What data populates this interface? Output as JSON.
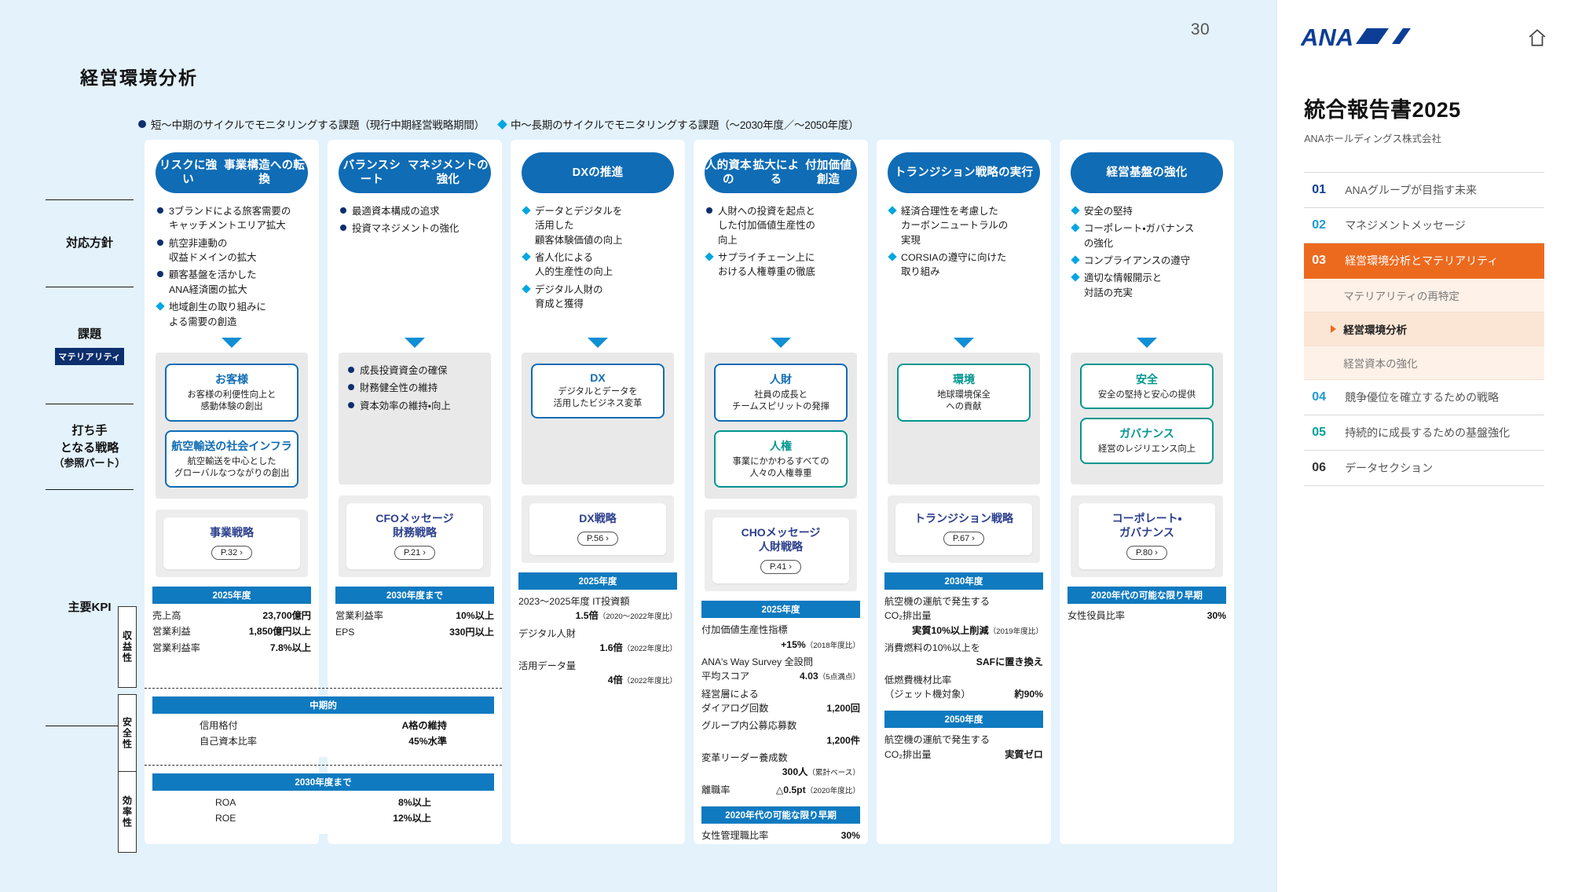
{
  "page": {
    "number": "30",
    "title": "経営環境分析",
    "legend": [
      {
        "marker": "navy-circle",
        "text": "短～中期のサイクルでモニタリングする課題（現行中期経営戦略期間）"
      },
      {
        "marker": "cyan-diamond",
        "text": "中～長期のサイクルでモニタリングする課題（～2030年度／～2050年度）"
      }
    ],
    "row_labels": {
      "policy": "対応方針",
      "issues": "課題",
      "materiality_badge": "マテリアリティ",
      "strategy": "打ち手\nとなる戦略\n（参照パート）",
      "strategy_l1": "打ち手",
      "strategy_l2": "となる戦略",
      "strategy_l3": "（参照パート）",
      "kpi": "主要KPI"
    },
    "kpi_side_categories": [
      "収益性",
      "安全性",
      "効率性"
    ]
  },
  "columns": [
    {
      "id": "risk",
      "header": "リスクに強い\n事業構造への転換",
      "header_lines": [
        "リスクに強い",
        "事業構造への転換"
      ],
      "policies": [
        {
          "marker": "navy",
          "lines": [
            "3ブランドによる旅客需要の",
            "キャッチメントエリア拡大"
          ]
        },
        {
          "marker": "navy",
          "lines": [
            "航空非連動の",
            "収益ドメインの拡大"
          ]
        },
        {
          "marker": "navy",
          "lines": [
            "顧客基盤を活かした",
            "ANA経済圏の拡大"
          ]
        },
        {
          "marker": "cyan",
          "lines": [
            "地域創生の取り組みに",
            "よる需要の創造"
          ]
        }
      ],
      "arrow": true,
      "materiality_boxes": [
        {
          "color": "blue",
          "title": "お客様",
          "lines": [
            "お客様の利便性向上と",
            "感動体験の創出"
          ]
        },
        {
          "color": "blue",
          "title": "航空輸送の社会インフラ",
          "lines": [
            "航空輸送を中心とした",
            "グローバルなつながりの創出"
          ]
        }
      ],
      "gray_bullets": [],
      "strategy": {
        "title_lines": [
          "事業戦略"
        ],
        "page_ref": "P.32 ›"
      },
      "kpi_groups": [
        {
          "band": "2025年度",
          "rows": [
            {
              "label": "売上高",
              "value": "23,700億円"
            },
            {
              "label": "営業利益",
              "value": "1,850億円以上"
            },
            {
              "label": "営業利益率",
              "value": "7.8%以上"
            }
          ]
        }
      ]
    },
    {
      "id": "balance-sheet",
      "header": "バランスシート\nマネジメントの強化",
      "header_lines": [
        "バランスシート",
        "マネジメントの強化"
      ],
      "policies": [
        {
          "marker": "navy",
          "lines": [
            "最適資本構成の追求"
          ]
        },
        {
          "marker": "navy",
          "lines": [
            "投資マネジメントの強化"
          ]
        }
      ],
      "arrow": true,
      "materiality_boxes": [],
      "gray_bullets": [
        {
          "marker": "navy",
          "text": "成長投資資金の確保"
        },
        {
          "marker": "navy",
          "text": "財務健全性の維持"
        },
        {
          "marker": "navy",
          "text": "資本効率の維持・向上"
        }
      ],
      "strategy": {
        "title_lines": [
          "CFOメッセージ",
          "財務戦略"
        ],
        "page_ref": "P.21 ›"
      },
      "kpi_groups": [
        {
          "band": "2030年度まで",
          "rows": [
            {
              "label": "営業利益率",
              "value": "10%以上"
            },
            {
              "label": "EPS",
              "value": "330円以上"
            }
          ]
        }
      ]
    },
    {
      "id": "dx",
      "header": "DXの推進",
      "header_lines": [
        "DXの推進"
      ],
      "policies": [
        {
          "marker": "cyan",
          "lines": [
            "データとデジタルを",
            "活用した",
            "顧客体験価値の向上"
          ]
        },
        {
          "marker": "cyan",
          "lines": [
            "省人化による",
            "人的生産性の向上"
          ]
        },
        {
          "marker": "cyan",
          "lines": [
            "デジタル人財の",
            "育成と獲得"
          ]
        }
      ],
      "arrow": true,
      "materiality_boxes": [
        {
          "color": "blue",
          "title": "DX",
          "lines": [
            "デジタルとデータを",
            "活用したビジネス変革"
          ]
        }
      ],
      "gray_bullets": [],
      "strategy": {
        "title_lines": [
          "DX戦略"
        ],
        "page_ref": "P.56 ›"
      },
      "kpi_groups": [
        {
          "band": "2025年度",
          "stacked": [
            {
              "label": "2023～2025年度 IT投資額",
              "value": "1.5倍",
              "note": "（2020～2022年度比）"
            },
            {
              "label": "デジタル人財",
              "value": "1.6倍",
              "note": "（2022年度比）"
            },
            {
              "label": "活用データ量",
              "value": "4倍",
              "note": "（2022年度比）"
            }
          ]
        }
      ]
    },
    {
      "id": "human-capital",
      "header": "人的資本の\n拡大による\n付加価値創造",
      "header_lines": [
        "人的資本の",
        "拡大による",
        "付加価値創造"
      ],
      "policies": [
        {
          "marker": "navy",
          "lines": [
            "人財への投資を起点と",
            "した付加価値生産性の",
            "向上"
          ]
        },
        {
          "marker": "cyan",
          "lines": [
            "サプライチェーン上に",
            "おける人権尊重の徹底"
          ]
        }
      ],
      "arrow": true,
      "materiality_boxes": [
        {
          "color": "blue",
          "title": "人財",
          "lines": [
            "社員の成長と",
            "チームスピリットの発揮"
          ]
        },
        {
          "color": "teal",
          "title": "人権",
          "lines": [
            "事業にかかわるすべての",
            "人々の人権尊重"
          ]
        }
      ],
      "gray_bullets": [],
      "strategy": {
        "title_lines": [
          "CHOメッセージ",
          "人財戦略"
        ],
        "page_ref": "P.41 ›"
      },
      "kpi_groups": [
        {
          "band": "2025年度",
          "stacked": [
            {
              "label": "付加価値生産性指標",
              "value": "+15%",
              "note": "（2018年度比）"
            },
            {
              "label": "ANA's Way Survey 全設問",
              "label2": "平均スコア",
              "value": "4.03",
              "note": "（5点満点）",
              "inline": true
            },
            {
              "label": "経営層による",
              "label2": "ダイアログ回数",
              "value": "1,200回",
              "inline": true
            },
            {
              "label": "グループ内公募応募数",
              "value": "1,200件"
            },
            {
              "label": "変革リーダー養成数",
              "value": "300人",
              "note": "（累計ベース）"
            },
            {
              "label": "離職率",
              "value": "△0.5pt",
              "note": "（2020年度比）",
              "inline": true
            }
          ]
        },
        {
          "band": "2020年代の可能な限り早期",
          "rows": [
            {
              "label": "女性管理職比率",
              "value": "30%"
            }
          ]
        }
      ]
    },
    {
      "id": "transition",
      "header": "トランジション戦略の\n実行",
      "header_lines": [
        "トランジション戦略の",
        "実行"
      ],
      "policies": [
        {
          "marker": "cyan",
          "lines": [
            "経済合理性を考慮した",
            "カーボンニュートラルの",
            "実現"
          ]
        },
        {
          "marker": "cyan",
          "lines": [
            "CORSIAの遵守に向けた",
            "取り組み"
          ]
        }
      ],
      "arrow": true,
      "materiality_boxes": [
        {
          "color": "teal",
          "title": "環境",
          "lines": [
            "地球環境保全",
            "への貢献"
          ]
        }
      ],
      "gray_bullets": [],
      "strategy": {
        "title_lines": [
          "トランジション戦略"
        ],
        "page_ref": "P.67 ›"
      },
      "kpi_groups": [
        {
          "band": "2030年度",
          "stacked": [
            {
              "label": "航空機の運航で発生する",
              "label2": "CO₂排出量",
              "value": "実質10%以上削減",
              "note": "（2019年度比）"
            },
            {
              "label": "消費燃料の10%以上を",
              "value": "SAFに置き換え"
            },
            {
              "label": "低燃費機材比率",
              "label2": "（ジェット機対象）",
              "value": "約90%",
              "inline": true
            }
          ]
        },
        {
          "band": "2050年度",
          "stacked": [
            {
              "label": "航空機の運航で発生する",
              "label2": "CO₂排出量",
              "value": "実質ゼロ",
              "inline": true
            }
          ]
        }
      ]
    },
    {
      "id": "foundation",
      "header": "経営基盤の強化",
      "header_lines": [
        "経営基盤の強化"
      ],
      "policies": [
        {
          "marker": "cyan",
          "lines": [
            "安全の堅持"
          ]
        },
        {
          "marker": "cyan",
          "lines": [
            "コーポレート・ガバナンス",
            "の強化"
          ]
        },
        {
          "marker": "cyan",
          "lines": [
            "コンプライアンスの遵守"
          ]
        },
        {
          "marker": "cyan",
          "lines": [
            "適切な情報開示と",
            "対話の充実"
          ]
        }
      ],
      "arrow": true,
      "materiality_boxes": [
        {
          "color": "teal",
          "title": "安全",
          "lines": [
            "安全の堅持と安心の提供"
          ]
        },
        {
          "color": "teal",
          "title": "ガバナンス",
          "lines": [
            "経営のレジリエンス向上"
          ]
        }
      ],
      "gray_bullets": [],
      "strategy": {
        "title_lines": [
          "コーポレート・",
          "ガバナンス"
        ],
        "page_ref": "P.80 ›"
      },
      "kpi_groups": [
        {
          "band": "2020年代の可能な限り早期",
          "rows": [
            {
              "label": "女性役員比率",
              "value": "30%"
            }
          ]
        }
      ]
    }
  ],
  "shared_kpi": {
    "safety": {
      "band": "中期的",
      "rows": [
        {
          "label": "信用格付",
          "value": "A格の維持"
        },
        {
          "label": "自己資本比率",
          "value": "45%水準"
        }
      ]
    },
    "efficiency": {
      "band": "2030年度まで",
      "rows": [
        {
          "label": "ROA",
          "value": "8%以上"
        },
        {
          "label": "ROE",
          "value": "12%以上"
        }
      ]
    }
  },
  "sidebar": {
    "logo": "ANA",
    "home_icon": "home-icon",
    "title": "統合報告書2025",
    "subtitle": "ANAホールディングス株式会社",
    "toc": [
      {
        "num": "01",
        "label": "ANAグループが目指す未来",
        "num_color": "#0d3e96",
        "active": false
      },
      {
        "num": "02",
        "label": "マネジメントメッセージ",
        "num_color": "#1b9ad6",
        "active": false
      },
      {
        "num": "03",
        "label": "経営環境分析とマテリアリティ",
        "num_color": "#ffffff",
        "active": true,
        "children": [
          {
            "label": "マテリアリティの再特定",
            "current": false
          },
          {
            "label": "経営環境分析",
            "current": true
          },
          {
            "label": "経営資本の強化",
            "current": false
          }
        ]
      },
      {
        "num": "04",
        "label": "競争優位を確立するための戦略",
        "num_color": "#1b9ad6",
        "active": false
      },
      {
        "num": "05",
        "label": "持続的に成長するための基盤強化",
        "num_color": "#00a09a",
        "active": false
      },
      {
        "num": "06",
        "label": "データセクション",
        "num_color": "#333333",
        "active": false
      }
    ]
  },
  "colors": {
    "page_bg": "#e3f2fb",
    "pill_blue": "#0f6cb5",
    "band_blue": "#0f7ac0",
    "accent_orange": "#ec6a1e",
    "teal": "#00968f",
    "navy": "#0d2f6e",
    "cyan": "#00a7e1"
  }
}
